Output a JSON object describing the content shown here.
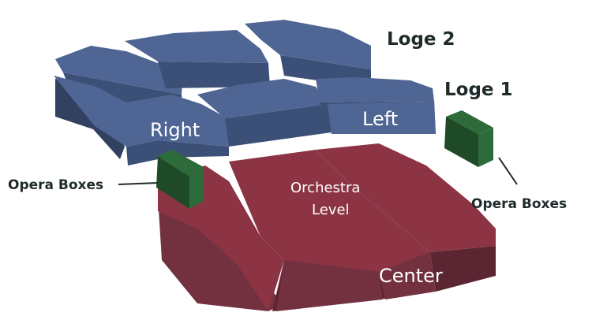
{
  "colors": {
    "loge_top": "#4f6593",
    "loge_side": "#3c4f77",
    "loge_dark": "#31415f",
    "orch_top": "#8c3443",
    "orch_side": "#733140",
    "orch_dark": "#5c2532",
    "box_top": "#2e6b3a",
    "box_side": "#1f4a27",
    "text_dark": "#1f2a2a"
  },
  "labels": {
    "loge2": "Loge 2",
    "loge1": "Loge 1",
    "right": "Right",
    "left": "Left",
    "orchestra_line1": "Orchestra",
    "orchestra_line2": "Level",
    "center": "Center",
    "opera_boxes_left": "Opera Boxes",
    "opera_boxes_right": "Opera Boxes"
  }
}
